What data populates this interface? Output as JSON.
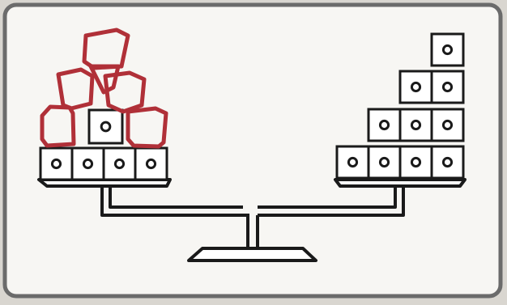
{
  "diagram": {
    "description_visible_text": "",
    "left_pan": {
      "printed_cubes": 5,
      "hand_drawn_cubes": 6,
      "hand_drawn_color": "#b03038"
    },
    "right_pan": {
      "printed_cubes": 10
    },
    "colors": {
      "line": "#1a1a1a",
      "fill": "#ffffff",
      "card_border": "#6b6b6b",
      "background": "#d9d6d0"
    }
  }
}
